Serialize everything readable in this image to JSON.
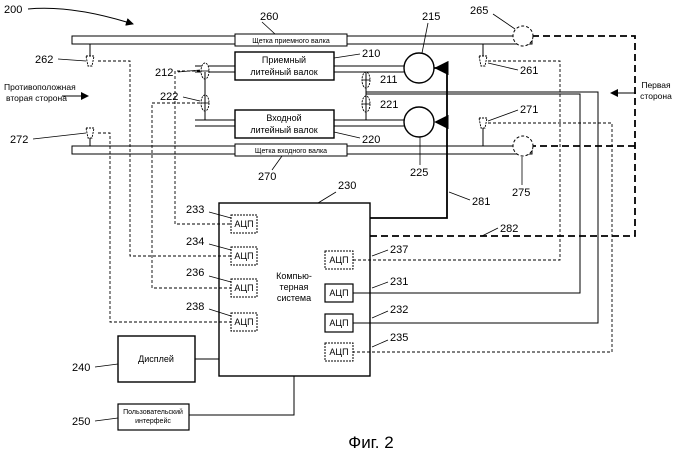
{
  "figure": {
    "caption": "Фиг. 2",
    "ref_main": "200"
  },
  "labels": {
    "brush_top": "Щетка приемного валка",
    "brush_bottom": "Щетка входного валка",
    "roll_top_line1": "Приемный",
    "roll_top_line2": "литейный валок",
    "roll_bottom_line1": "Входной",
    "roll_bottom_line2": "литейный валок",
    "opposite_side_line1": "Противоположная",
    "opposite_side_line2": "вторая сторона",
    "first_side_line1": "Первая",
    "first_side_line2": "сторона",
    "computer_line1": "Компью-",
    "computer_line2": "терная",
    "computer_line3": "система",
    "display": "Дисплей",
    "ui_line1": "Пользовательский",
    "ui_line2": "интерфейс",
    "adc": "АЦП"
  },
  "refs": {
    "r260": "260",
    "r265": "265",
    "r262": "262",
    "r261": "261",
    "r215": "215",
    "r210": "210",
    "r212": "212",
    "r211": "211",
    "r222": "222",
    "r221": "221",
    "r220": "220",
    "r271": "271",
    "r272": "272",
    "r270": "270",
    "r225": "225",
    "r275": "275",
    "r230": "230",
    "r281": "281",
    "r282": "282",
    "r233": "233",
    "r234": "234",
    "r237": "237",
    "r236": "236",
    "r231": "231",
    "r232": "232",
    "r238": "238",
    "r235": "235",
    "r240": "240",
    "r250": "250"
  }
}
